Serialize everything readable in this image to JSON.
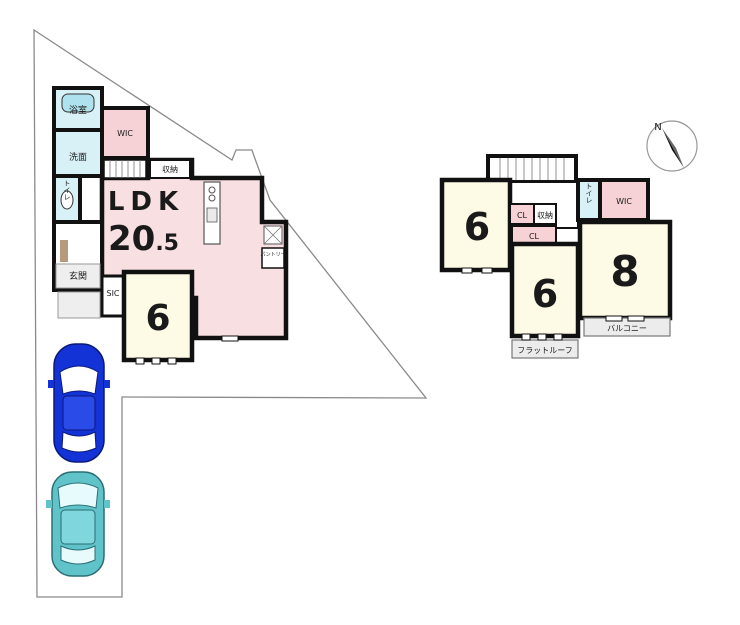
{
  "floor1": {
    "bath": "浴室",
    "wic": "WIC",
    "wash": "洗面",
    "storage": "収納",
    "toilet": "トイレ",
    "ldk_label": "LDK",
    "ldk_size_whole": "20",
    "ldk_size_frac": ".5",
    "pantry": "パントリー",
    "entrance": "玄関",
    "sic": "SIC",
    "room_size": "6"
  },
  "floor2": {
    "room_left_size": "6",
    "cl_small": "CL",
    "storage": "収納",
    "cl": "CL",
    "room_center_size": "6",
    "toilet": "トイレ",
    "wic": "WIC",
    "room_right_size": "8",
    "balcony": "バルコニー",
    "flat_roof": "フラットルーフ"
  },
  "compass": {
    "north": "N"
  },
  "colors": {
    "wall": "#111111",
    "ldk_fill": "#f8dfe2",
    "room_fill": "#fdfbe6",
    "wet_fill": "#d8f1f7",
    "wic_fill": "#f6d1d6",
    "site_line": "#8a8a8a",
    "car_blue": "#1433d6",
    "car_teal": "#5fc3c9"
  }
}
